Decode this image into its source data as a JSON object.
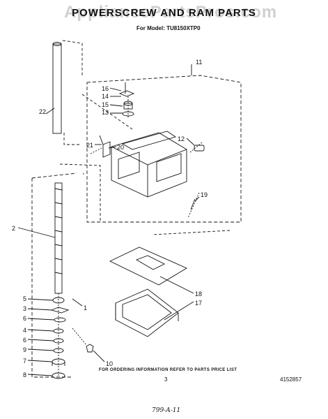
{
  "header": {
    "title": "POWERSCREW AND RAM PARTS",
    "model_line": "For Model: TU8150XTP0",
    "watermark": "AppliancePartsPros.com"
  },
  "callouts": [
    "1",
    "2",
    "3",
    "4",
    "5",
    "6",
    "6",
    "7",
    "8",
    "9",
    "10",
    "11",
    "12",
    "13",
    "14",
    "15",
    "16",
    "17",
    "18",
    "19",
    "20",
    "21",
    "22"
  ],
  "footer": {
    "note": "FOR ORDERING INFORMATION REFER TO PARTS PRICE LIST",
    "page_number": "3",
    "doc_code": "4152857",
    "handwritten": "799-A-11"
  }
}
